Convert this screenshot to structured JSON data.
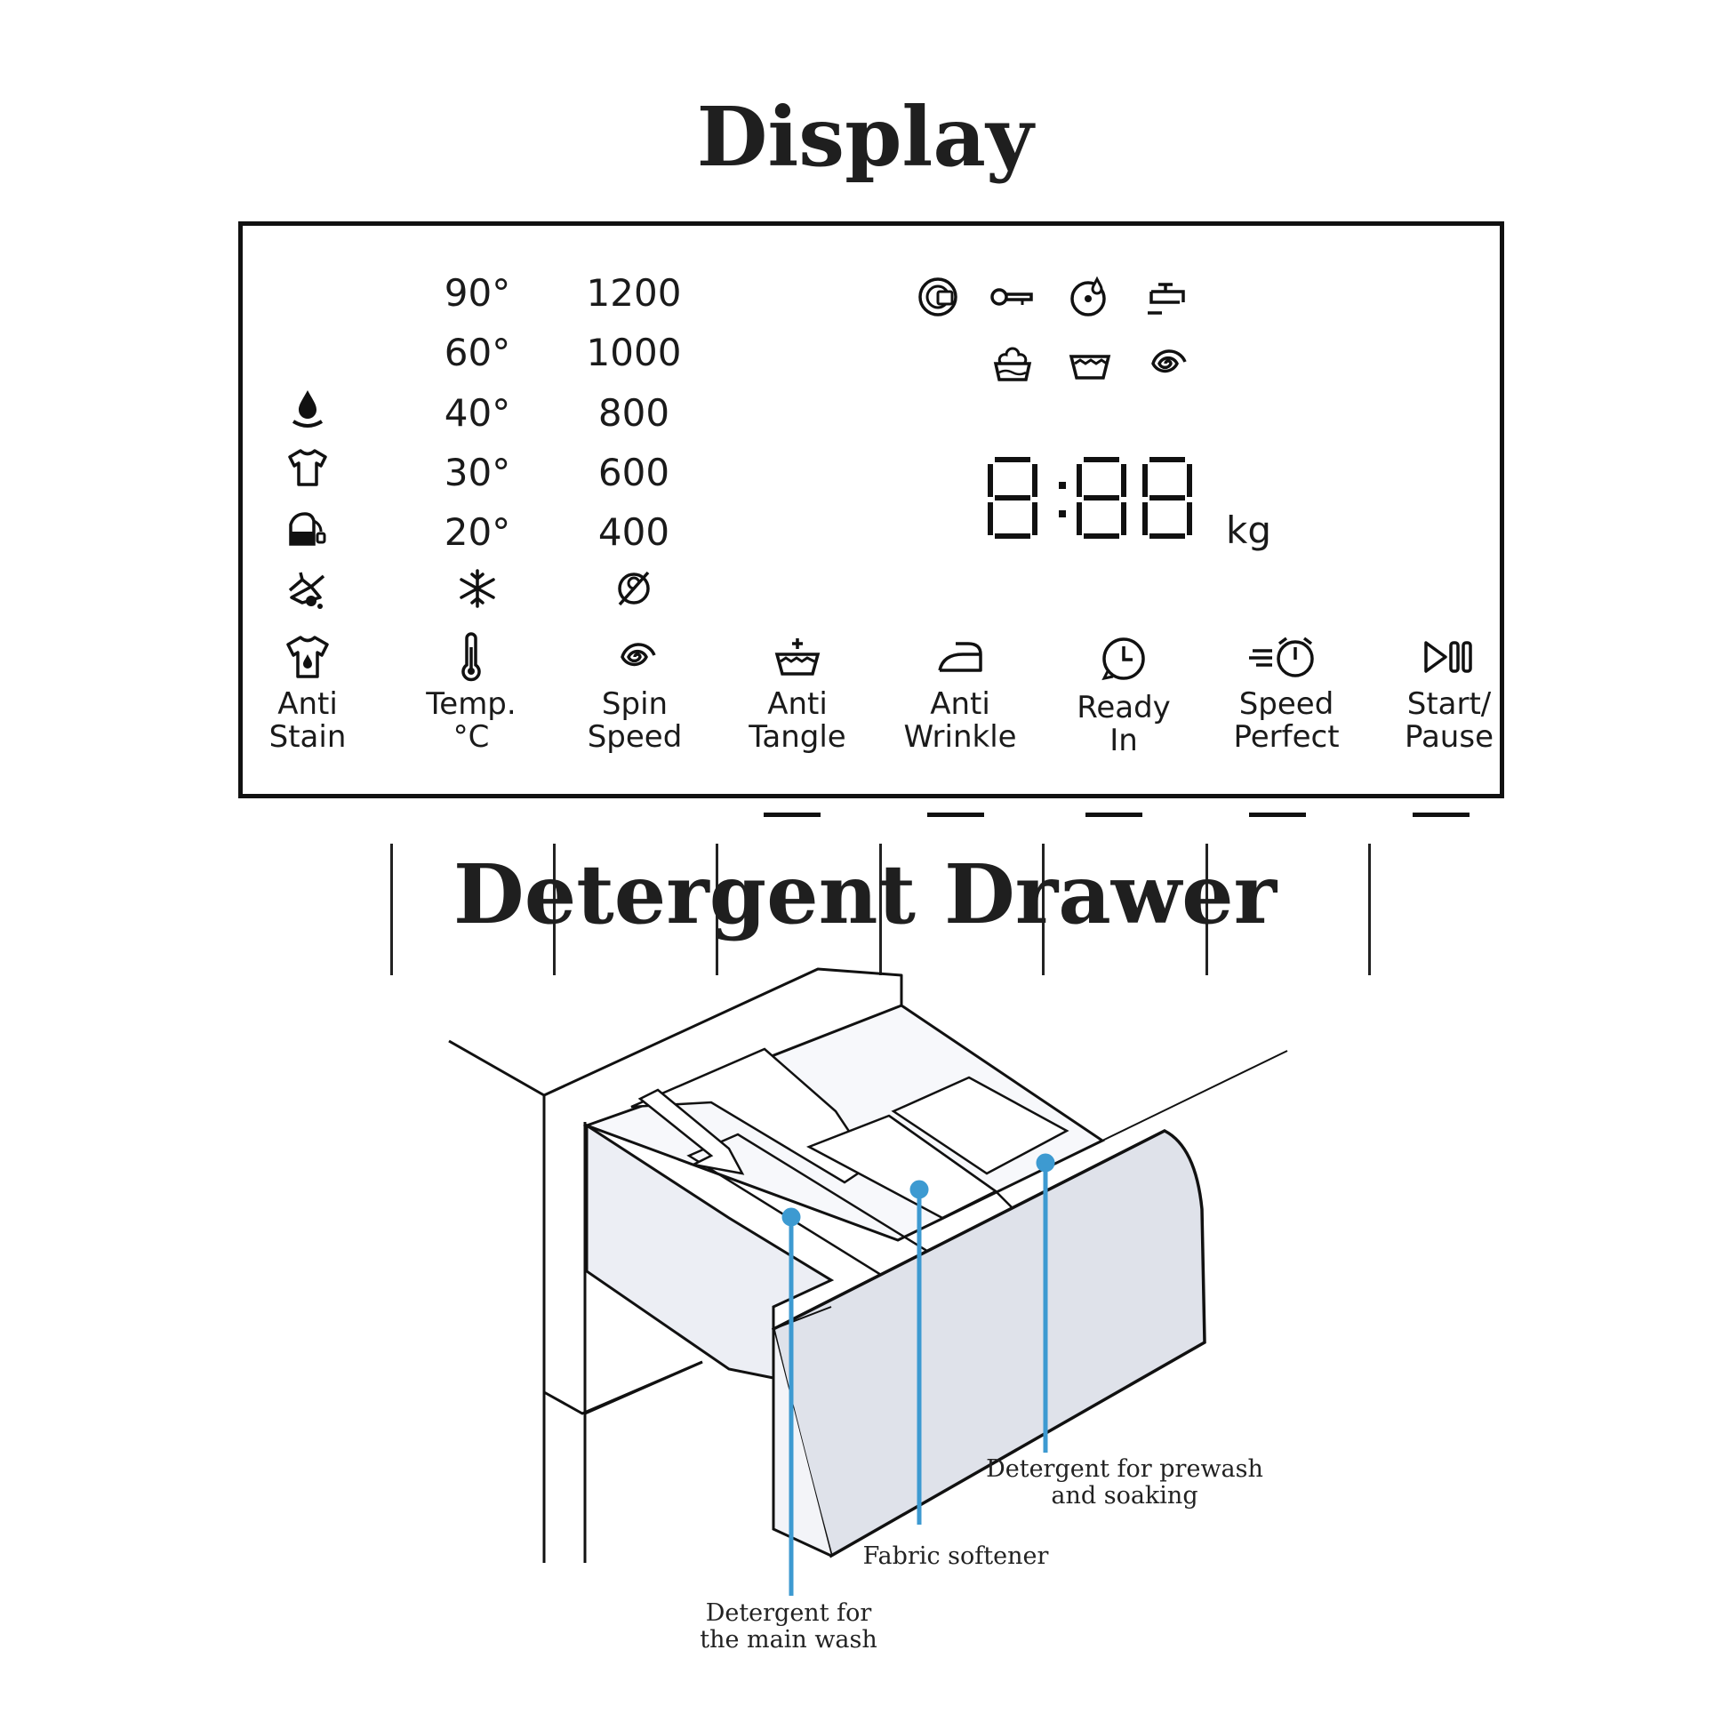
{
  "titles": {
    "display": "Display",
    "drawer": "Detergent Drawer"
  },
  "display": {
    "temperatures": [
      "90°",
      "60°",
      "40°",
      "30°",
      "20°"
    ],
    "spin_speeds": [
      "1200",
      "1000",
      "800",
      "600",
      "400"
    ],
    "readout": "8:88",
    "unit": "kg",
    "buttons": [
      {
        "line1": "Anti",
        "line2": "Stain",
        "icon": "stained-shirt-icon"
      },
      {
        "line1": "Temp.",
        "line2": "°C",
        "icon": "thermometer-icon"
      },
      {
        "line1": "Spin",
        "line2": "Speed",
        "icon": "spiral-icon"
      },
      {
        "line1": "Anti",
        "line2": "Tangle",
        "icon": "tub-plus-icon"
      },
      {
        "line1": "Anti",
        "line2": "Wrinkle",
        "icon": "iron-icon"
      },
      {
        "line1": "Ready",
        "line2": "In",
        "icon": "clock-icon"
      },
      {
        "line1": "Speed",
        "line2": "Perfect",
        "icon": "fast-alarm-clock-icon"
      },
      {
        "line1": "Start/",
        "line2": "Pause",
        "icon": "play-pause-icon"
      }
    ],
    "stain_icons": [
      "drop-icon",
      "shirt-icon",
      "bag-stain-icon",
      "hand-stain-icon"
    ],
    "status_icons": [
      "drum-lock-icon",
      "key-icon",
      "drum-drop-icon",
      "tap-icon",
      "foam-tub-icon",
      "wash-tub-icon",
      "spin-icon"
    ]
  },
  "drawer": {
    "callouts": {
      "main_wash": [
        "Detergent for",
        "the main wash"
      ],
      "softener": [
        "Fabric softener"
      ],
      "prewash": [
        "Detergent for prewash",
        "and soaking"
      ]
    },
    "callout_color": "#3d9ad1"
  }
}
